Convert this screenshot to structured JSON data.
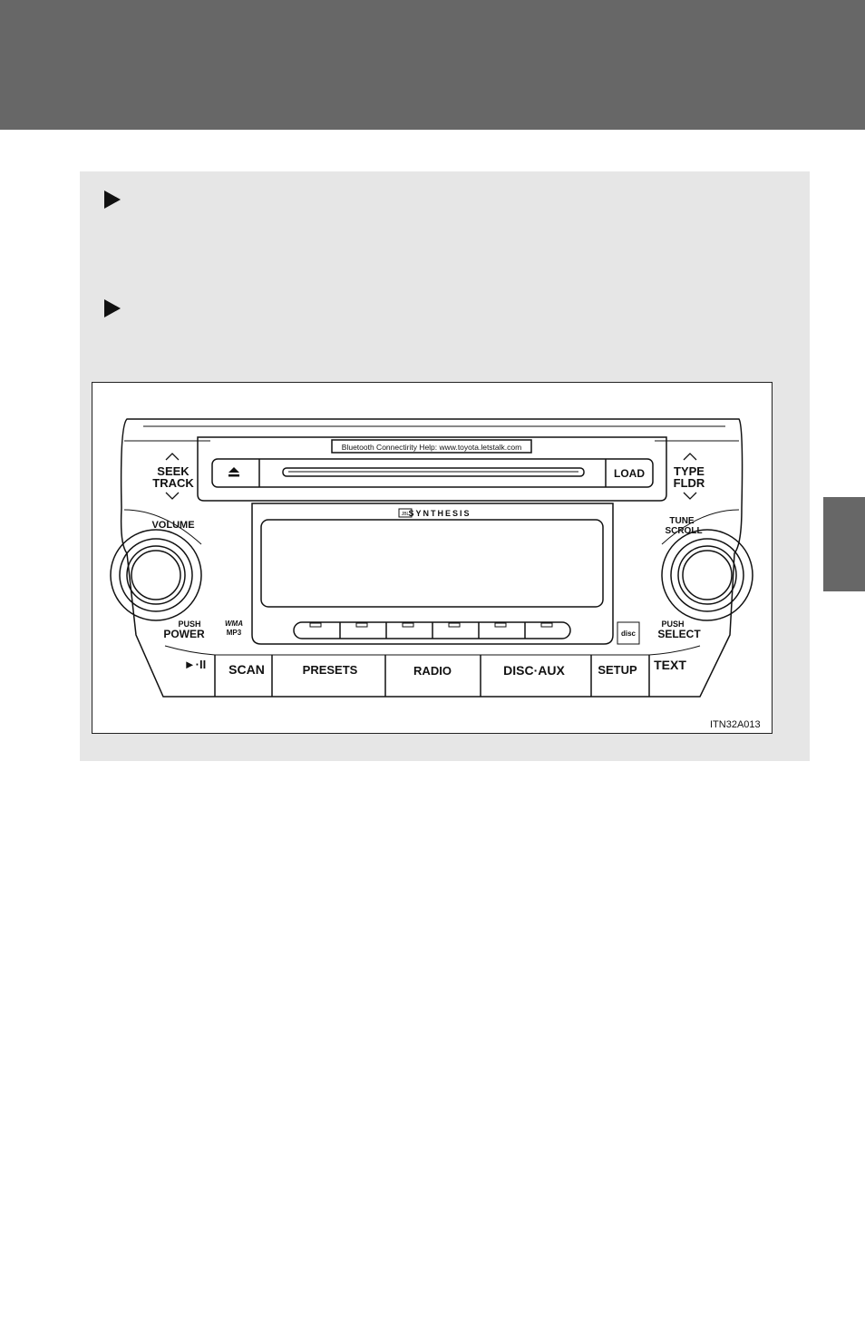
{
  "colors": {
    "header": "#676767",
    "panel": "#e6e6e6",
    "ink": "#111111"
  },
  "bullets": [
    "triangle-bullet",
    "triangle-bullet"
  ],
  "radio": {
    "banner": "Bluetooth Connectirity Help: www.toyota.letstalk.com",
    "brand": "SYNTHESIS",
    "brand_badge": "JBL",
    "seek_track": [
      "SEEK",
      "TRACK"
    ],
    "type_fldr": [
      "TYPE",
      "FLDR"
    ],
    "volume": "VOLUME",
    "tune_scroll": [
      "TUNE",
      "SCROLL"
    ],
    "push_power": [
      "PUSH",
      "POWER"
    ],
    "push_select": [
      "PUSH",
      "SELECT"
    ],
    "load": "LOAD",
    "formats": [
      "WMA",
      "MP3"
    ],
    "play_pause": "►·II",
    "buttons": [
      "SCAN",
      "PRESETS",
      "RADIO",
      "DISC·AUX",
      "SETUP",
      "TEXT"
    ]
  },
  "figure_id": "ITN32A013"
}
